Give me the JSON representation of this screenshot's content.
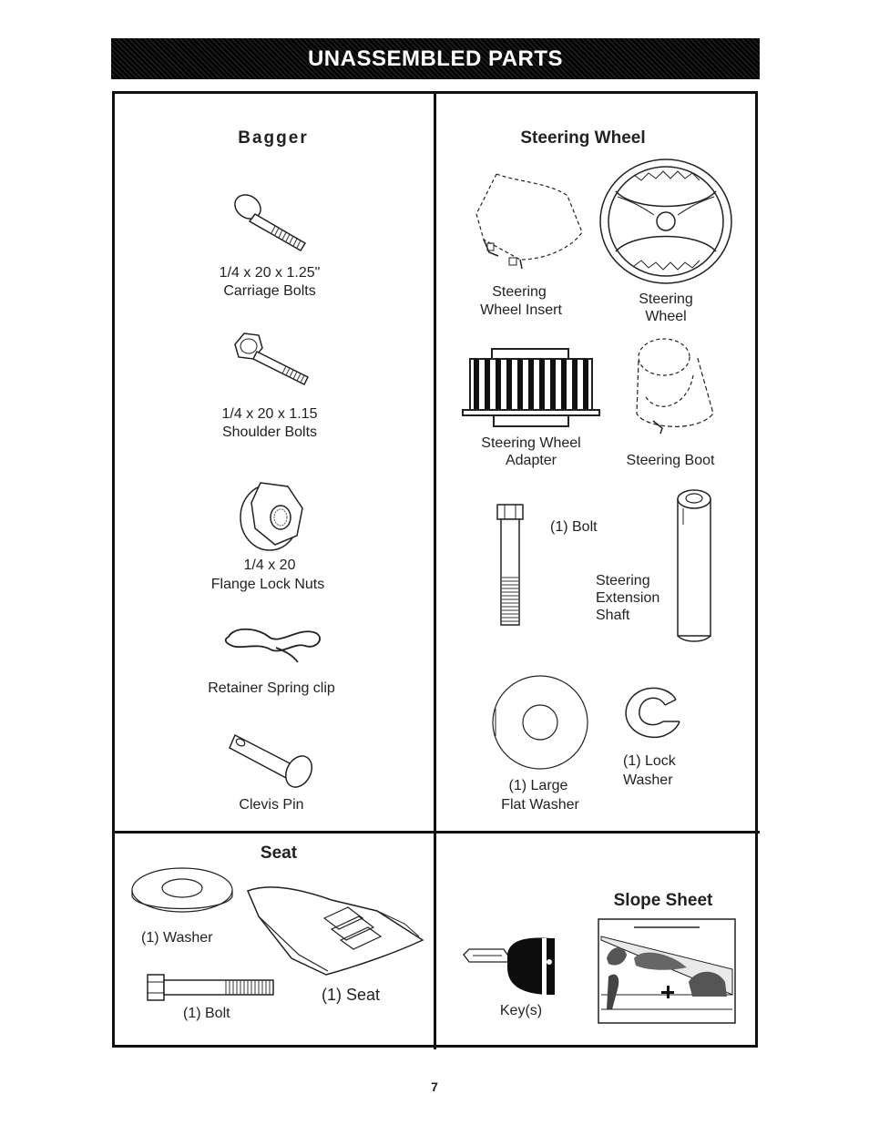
{
  "header": {
    "title": "UNASSEMBLED PARTS"
  },
  "bagger": {
    "heading": "Bagger",
    "carriage_bolts": {
      "line1": "1/4 x 20 x 1.25\"",
      "line2": "Carriage Bolts"
    },
    "shoulder_bolts": {
      "line1": "1/4 x 20 x 1.15",
      "line2": "Shoulder Bolts"
    },
    "flange_nuts": {
      "line1": "1/4 x 20",
      "line2": "Flange Lock Nuts"
    },
    "spring_clip": {
      "label": "Retainer Spring clip"
    },
    "clevis_pin": {
      "label": "Clevis Pin"
    }
  },
  "steering": {
    "heading": "Steering Wheel",
    "insert": {
      "line1": "Steering",
      "line2": "Wheel Insert"
    },
    "wheel": {
      "line1": "Steering",
      "line2": "Wheel"
    },
    "adapter": {
      "line1": "Steering Wheel",
      "line2": "Adapter"
    },
    "boot": {
      "label": "Steering Boot"
    },
    "bolt": {
      "label": "(1) Bolt"
    },
    "shaft": {
      "line1": "Steering",
      "line2": "Extension",
      "line3": "Shaft"
    },
    "flat_washer": {
      "line1": "(1) Large",
      "line2": "Flat Washer"
    },
    "lock_washer": {
      "line1": "(1) Lock",
      "line2": "Washer"
    }
  },
  "seat": {
    "heading": "Seat",
    "washer": "(1) Washer",
    "bolt": "(1) Bolt",
    "seat": "(1) Seat"
  },
  "misc": {
    "slope_heading": "Slope Sheet",
    "keys": "Key(s)"
  },
  "page_number": "7"
}
